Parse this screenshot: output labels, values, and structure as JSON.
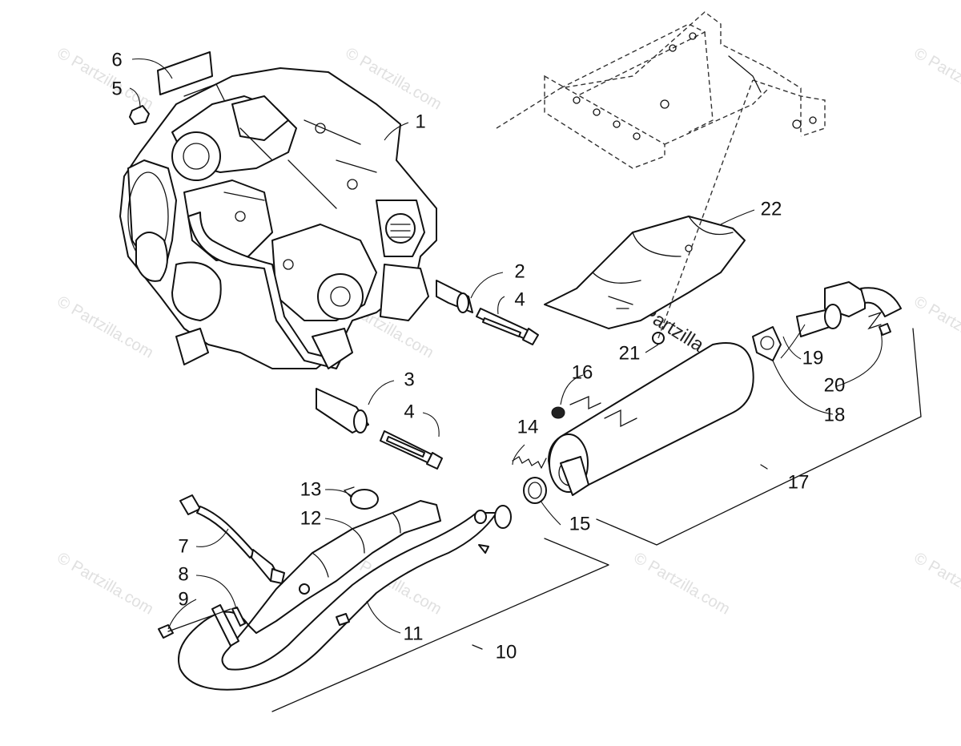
{
  "diagram": {
    "callouts": [
      {
        "id": "1",
        "text": "1"
      },
      {
        "id": "2",
        "text": "2"
      },
      {
        "id": "3",
        "text": "3"
      },
      {
        "id": "4a",
        "text": "4"
      },
      {
        "id": "4b",
        "text": "4"
      },
      {
        "id": "5",
        "text": "5"
      },
      {
        "id": "6",
        "text": "6"
      },
      {
        "id": "7",
        "text": "7"
      },
      {
        "id": "8",
        "text": "8"
      },
      {
        "id": "9",
        "text": "9"
      },
      {
        "id": "10",
        "text": "10"
      },
      {
        "id": "11",
        "text": "11"
      },
      {
        "id": "12",
        "text": "12"
      },
      {
        "id": "13",
        "text": "13"
      },
      {
        "id": "14",
        "text": "14"
      },
      {
        "id": "15",
        "text": "15"
      },
      {
        "id": "16",
        "text": "16"
      },
      {
        "id": "17",
        "text": "17"
      },
      {
        "id": "18",
        "text": "18"
      },
      {
        "id": "19",
        "text": "19"
      },
      {
        "id": "20",
        "text": "20"
      },
      {
        "id": "21",
        "text": "21"
      },
      {
        "id": "22",
        "text": "22"
      }
    ],
    "watermark": "© Partzilla.com",
    "watermark_bold": "©Partzilla.com",
    "colors": {
      "line": "#111111",
      "watermark": "#e0e0e0"
    }
  }
}
